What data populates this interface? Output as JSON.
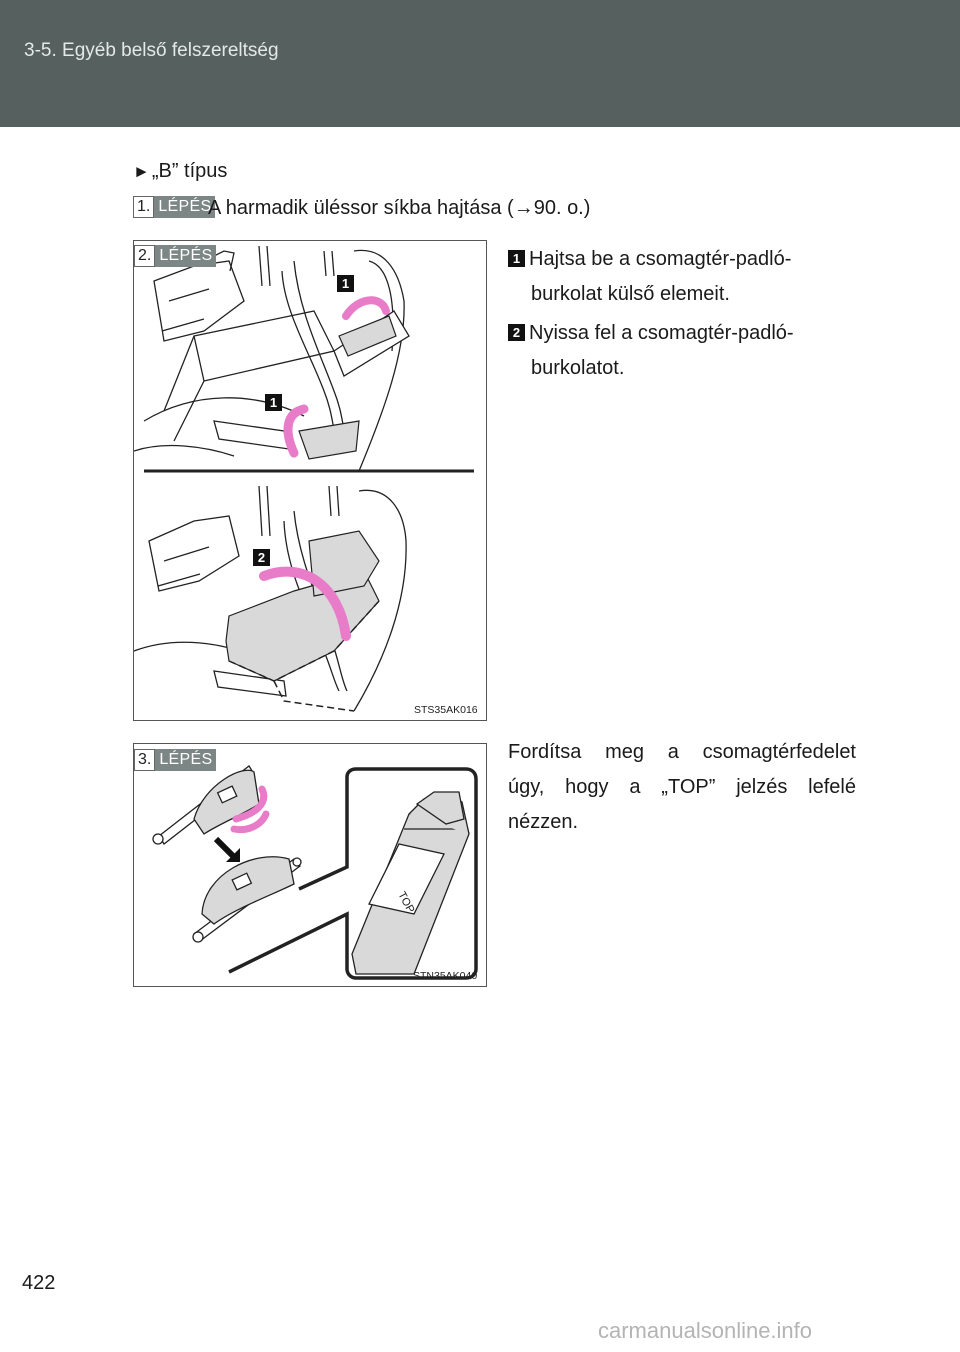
{
  "header": {
    "title": "3-5. Egyéb belső felszereltség"
  },
  "type_line": {
    "marker": "►",
    "label": "„B” típus"
  },
  "steps": [
    {
      "number": "1.",
      "badge": "LÉPÉS",
      "text": "A harmadik üléssor síkba hajtása (→90. o.)"
    },
    {
      "number": "2.",
      "badge": "LÉPÉS",
      "figure_code": "STS35AK016",
      "callouts": [
        "1",
        "1",
        "2"
      ],
      "instructions": [
        {
          "num": "1",
          "text": "Hajtsa be a csomagtér-padló-"
        },
        {
          "num": "",
          "text": "burkolat külső elemeit."
        },
        {
          "num": "2",
          "text": "Nyissa fel a csomagtér-padló-"
        },
        {
          "num": "",
          "text": "burkolatot."
        }
      ]
    },
    {
      "number": "3.",
      "badge": "LÉPÉS",
      "figure_code": "STN35AK040",
      "cover_label": "TOP",
      "text_lines": [
        "Fordítsa meg a csomagtérfedelet",
        "úgy, hogy a „TOP” jelzés lefelé",
        "nézzen."
      ]
    }
  ],
  "page_number": "422",
  "watermark": "carmanualsonline.info",
  "colors": {
    "header_bg": "#56605e",
    "badge_bg": "#7c8684",
    "arrow_pink": "#e87cc8",
    "shade": "#d9d9d9"
  }
}
